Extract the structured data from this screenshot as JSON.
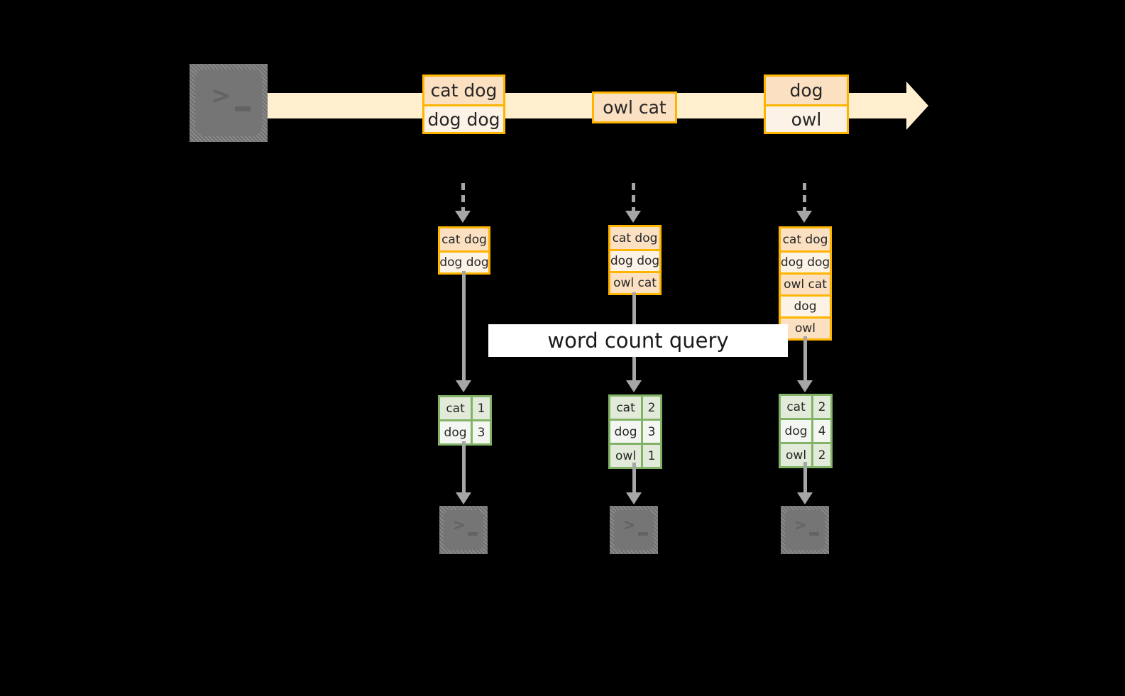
{
  "diagram": {
    "title": "streaming word count dataflow",
    "colors": {
      "background": "#000000",
      "stream_fill": "#FFEFCF",
      "orange_border": "#FFB400",
      "orange_fill_dark": "#FBE0C2",
      "orange_fill_light": "#FDF2E6",
      "green_border": "#82B366",
      "green_fill_dark": "#E2EBDA",
      "green_fill_light": "#F4F7F1",
      "arrow_gray": "#A6A6A6",
      "terminal_gray": "#757575",
      "label_bg": "#FFFFFF",
      "text": "#262626"
    },
    "query_label": "word count query",
    "source_terminal": {
      "icon": "terminal-prompt-icon",
      "glyph": ">",
      "cursor": "_"
    },
    "stream": {
      "direction": "left-to-right",
      "records": [
        {
          "id": "batch-1",
          "lines": [
            {
              "text": "cat dog",
              "shade": "dark"
            },
            {
              "text": "dog dog",
              "shade": "light"
            }
          ]
        },
        {
          "id": "batch-2",
          "lines": [
            {
              "text": "owl cat",
              "shade": "dark"
            }
          ]
        },
        {
          "id": "batch-3",
          "lines": [
            {
              "text": "dog",
              "shade": "dark"
            },
            {
              "text": "owl",
              "shade": "light"
            }
          ]
        }
      ]
    },
    "columns": [
      {
        "id": "snapshot-1",
        "accumulated_lines": [
          {
            "text": "cat dog",
            "shade": "dark"
          },
          {
            "text": "dog dog",
            "shade": "light"
          }
        ],
        "result": {
          "rows": [
            {
              "word": "cat",
              "count": "1",
              "shade": "dark"
            },
            {
              "word": "dog",
              "count": "3",
              "shade": "light"
            }
          ]
        },
        "sink_terminal": {
          "icon": "terminal-prompt-icon",
          "glyph": ">",
          "cursor": "_"
        }
      },
      {
        "id": "snapshot-2",
        "accumulated_lines": [
          {
            "text": "cat dog",
            "shade": "dark"
          },
          {
            "text": "dog dog",
            "shade": "light"
          },
          {
            "text": "owl cat",
            "shade": "dark"
          }
        ],
        "result": {
          "rows": [
            {
              "word": "cat",
              "count": "2",
              "shade": "dark"
            },
            {
              "word": "dog",
              "count": "3",
              "shade": "light"
            },
            {
              "word": "owl",
              "count": "1",
              "shade": "dark"
            }
          ]
        },
        "sink_terminal": {
          "icon": "terminal-prompt-icon",
          "glyph": ">",
          "cursor": "_"
        }
      },
      {
        "id": "snapshot-3",
        "accumulated_lines": [
          {
            "text": "cat dog",
            "shade": "dark"
          },
          {
            "text": "dog dog",
            "shade": "light"
          },
          {
            "text": "owl cat",
            "shade": "dark"
          },
          {
            "text": "dog",
            "shade": "light"
          },
          {
            "text": "owl",
            "shade": "dark"
          }
        ],
        "result": {
          "rows": [
            {
              "word": "cat",
              "count": "2",
              "shade": "dark"
            },
            {
              "word": "dog",
              "count": "4",
              "shade": "light"
            },
            {
              "word": "owl",
              "count": "2",
              "shade": "dark"
            }
          ]
        },
        "sink_terminal": {
          "icon": "terminal-prompt-icon",
          "glyph": ">",
          "cursor": "_"
        }
      }
    ]
  }
}
